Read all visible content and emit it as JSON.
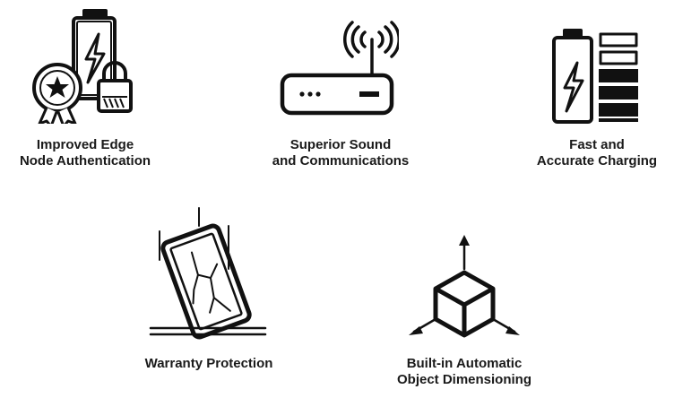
{
  "features": [
    {
      "id": "edge-auth",
      "label_lines": [
        "Improved Edge",
        "Node Authentication"
      ]
    },
    {
      "id": "sound",
      "label_lines": [
        "Superior Sound",
        "and Communications"
      ]
    },
    {
      "id": "charging",
      "label_lines": [
        "Fast and",
        "Accurate Charging"
      ]
    },
    {
      "id": "warranty",
      "label_lines": [
        "Warranty Protection"
      ]
    },
    {
      "id": "dimensioning",
      "label_lines": [
        "Built-in Automatic",
        "Object Dimensioning"
      ]
    }
  ],
  "icons": {
    "edge-auth": "battery-lock-badge-icon",
    "sound": "router-signal-icon",
    "charging": "battery-charge-level-icon",
    "warranty": "dropped-phone-cracked-icon",
    "dimensioning": "3d-cube-axes-icon"
  },
  "colors": {
    "ink": "#111111",
    "text": "#1a1a1a",
    "background": "#ffffff"
  }
}
